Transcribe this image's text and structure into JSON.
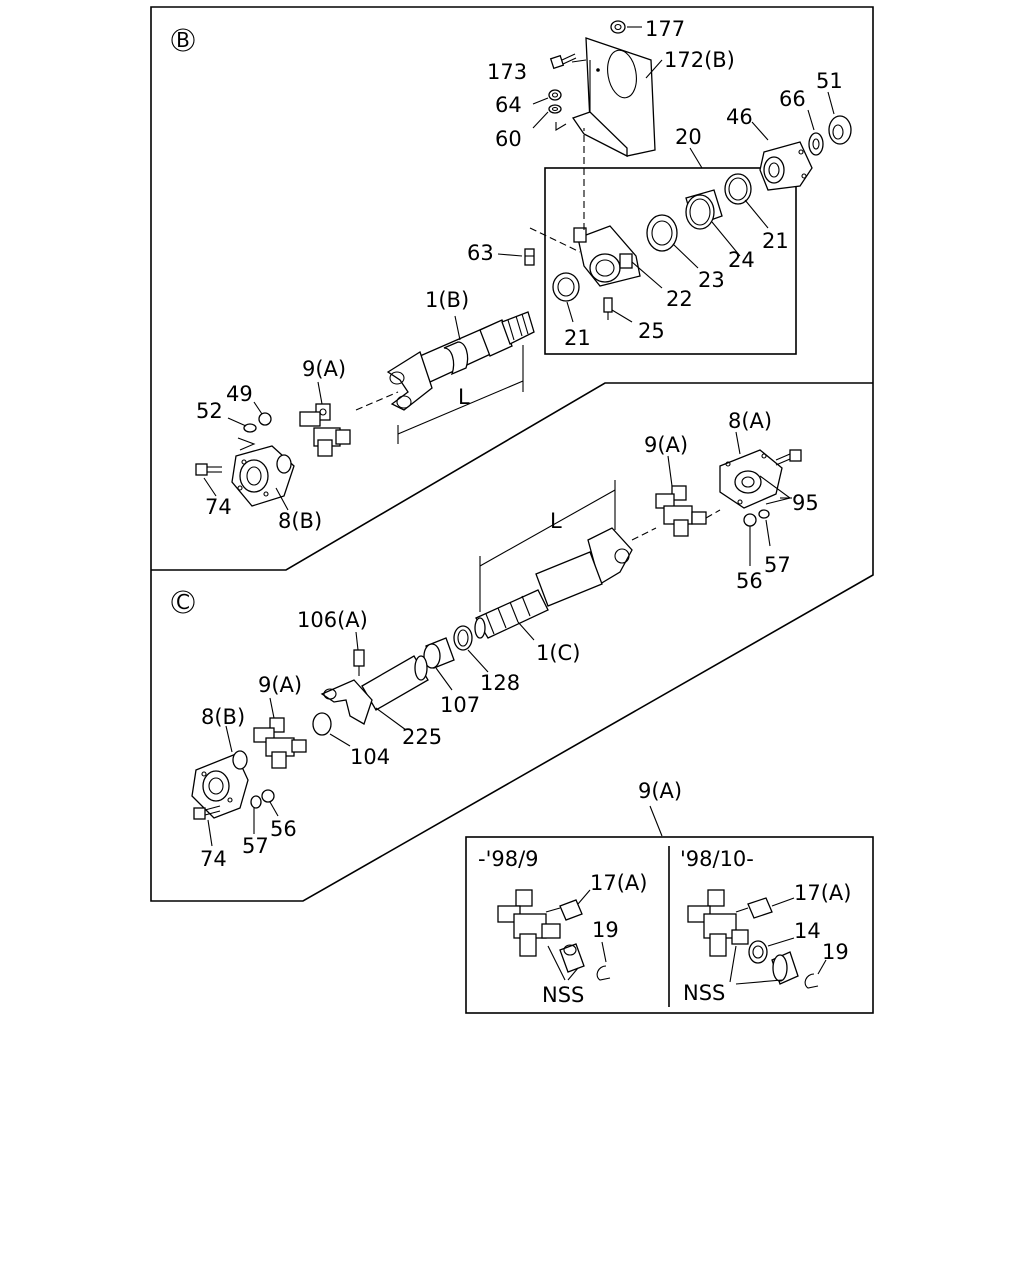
{
  "sections": {
    "b": "B",
    "c": "C"
  },
  "dimension_label": "L",
  "parts_b": {
    "p177": "177",
    "p173": "173",
    "p172b": "172(B)",
    "p64": "64",
    "p60": "60",
    "p20": "20",
    "p46": "46",
    "p66": "66",
    "p51": "51",
    "p21a": "21",
    "p24": "24",
    "p23": "23",
    "p22": "22",
    "p63": "63",
    "p1b": "1(B)",
    "p21b": "21",
    "p25": "25",
    "p9a": "9(A)",
    "p49": "49",
    "p52": "52",
    "p74": "74",
    "p8b": "8(B)"
  },
  "parts_c": {
    "p8a": "8(A)",
    "p9a": "9(A)",
    "p95": "95",
    "p57": "57",
    "p56": "56",
    "p106a": "106(A)",
    "p1c": "1(C)",
    "p128": "128",
    "p107": "107",
    "p225": "225",
    "p104": "104",
    "p9a2": "9(A)",
    "p8b": "8(B)",
    "p74": "74",
    "p57b": "57",
    "p56b": "56"
  },
  "detail": {
    "title": "9(A)",
    "left_title": "-'98/9",
    "right_title": "'98/10-",
    "left_17a": "17(A)",
    "left_19": "19",
    "left_nss": "NSS",
    "right_17a": "17(A)",
    "right_14": "14",
    "right_19": "19",
    "right_nss": "NSS"
  }
}
